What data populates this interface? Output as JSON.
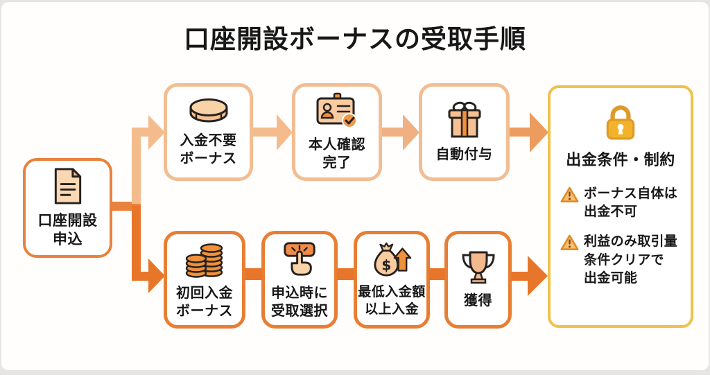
{
  "title": "口座開設ボーナスの受取手順",
  "start": {
    "label": "口座開設\n申込",
    "icon": "document-icon"
  },
  "top_path": {
    "steps": [
      {
        "label": "入金不要\nボーナス",
        "icon": "coin-icon"
      },
      {
        "label": "本人確認\n完了",
        "icon": "id-card-icon"
      },
      {
        "label": "自動付与",
        "icon": "gift-icon"
      }
    ]
  },
  "bottom_path": {
    "steps": [
      {
        "label": "初回入金\nボーナス",
        "icon": "coins-stack-icon"
      },
      {
        "label": "申込時に\n受取選択",
        "icon": "click-button-icon"
      },
      {
        "label": "最低入金額\n以上入金",
        "icon": "money-bag-icon"
      },
      {
        "label": "獲得",
        "icon": "trophy-icon"
      }
    ]
  },
  "result": {
    "title": "出金条件・制約",
    "icon": "lock-icon",
    "warnings": [
      {
        "icon": "warning-icon",
        "text": "ボーナス自体は\n出金不可"
      },
      {
        "icon": "warning-icon",
        "text": "利益のみ取引量\n条件クリアで\n出金可能"
      }
    ]
  },
  "colors": {
    "branch_light": "#F4BC8C",
    "arrow_mid": "#EC9C5E",
    "branch_dark": "#E8762A",
    "top_box_border": "#F2BD91",
    "bottom_box_border": "#E87E33",
    "start_box_border": "#E8823C",
    "result_box_border": "#EFC24D",
    "icon_orange": "#F0913C",
    "icon_peach": "#F8CEA6",
    "lock_gold": "#F2B32B",
    "warning_amber": "#F6C36B"
  }
}
